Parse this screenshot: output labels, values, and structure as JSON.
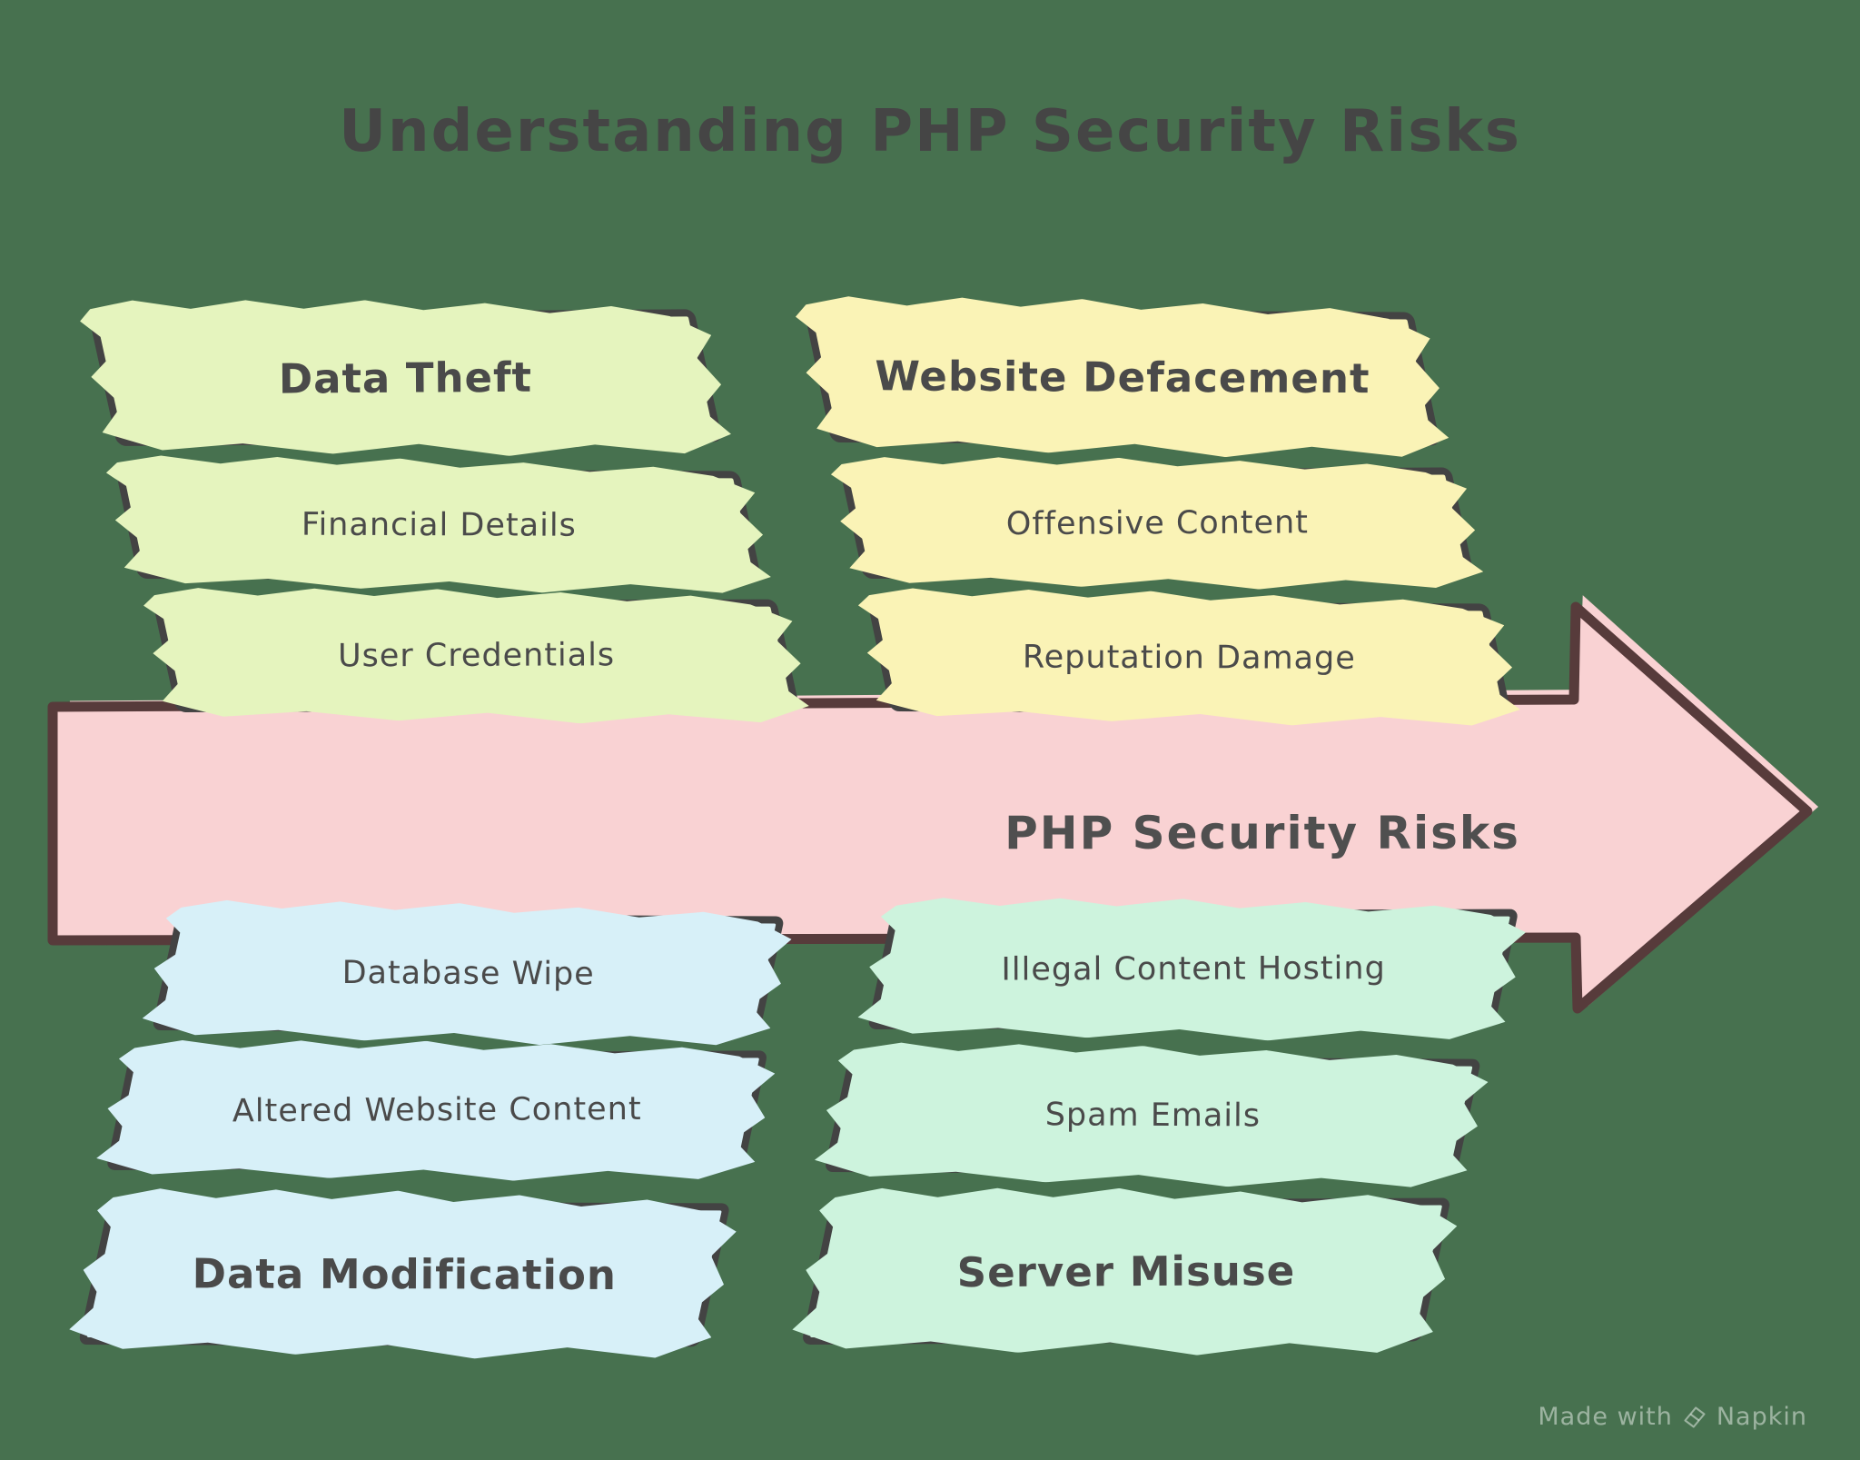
{
  "title": "Understanding PHP Security Risks",
  "center_arrow": {
    "label": "PHP Security Risks"
  },
  "groups": [
    {
      "id": "data-theft",
      "header": "Data Theft",
      "items": [
        "Financial Details",
        "User Credentials"
      ],
      "position": "top-left",
      "fill_color": "#E5F4BE"
    },
    {
      "id": "website-defacement",
      "header": "Website Defacement",
      "items": [
        "Offensive Content",
        "Reputation Damage"
      ],
      "position": "top-right",
      "fill_color": "#FAF3B6"
    },
    {
      "id": "data-modification",
      "header": "Data Modification",
      "items": [
        "Database Wipe",
        "Altered Website Content"
      ],
      "position": "bottom-left",
      "fill_color": "#D7F0F8"
    },
    {
      "id": "server-misuse",
      "header": "Server Misuse",
      "items": [
        "Illegal Content Hosting",
        "Spam Emails"
      ],
      "position": "bottom-right",
      "fill_color": "#CDF3DD"
    }
  ],
  "colors": {
    "background": "#47714F",
    "box_border": "#434343",
    "text": "#4A4A4A",
    "arrow_fill": "#F9D2D3",
    "arrow_border": "#573B3B"
  },
  "watermark": {
    "text_prefix": "Made with",
    "brand": "Napkin",
    "icon": "napkin-logo"
  }
}
